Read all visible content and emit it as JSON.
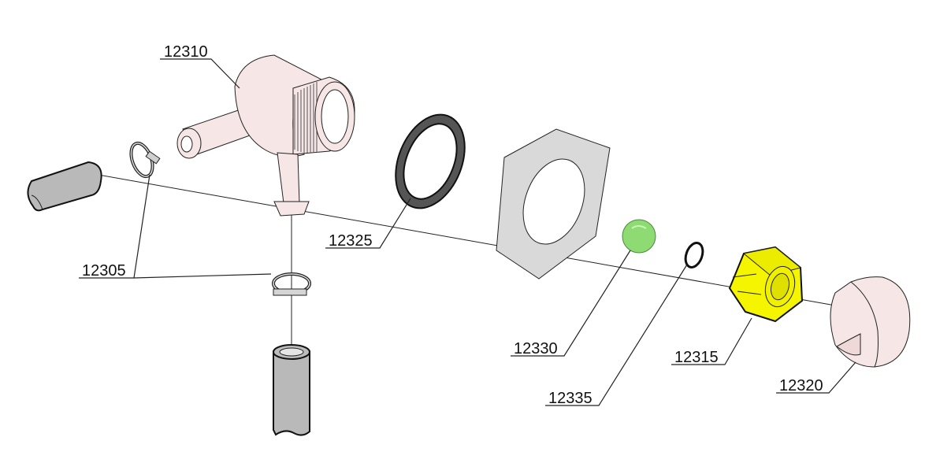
{
  "diagram": {
    "parts": [
      {
        "id": "12310",
        "name": "tee-fitting",
        "color": "#f7e6e6"
      },
      {
        "id": "12305",
        "name": "hose-clamp",
        "color": "#cfcfcf"
      },
      {
        "id": "12325",
        "name": "gasket-ring",
        "color": "#555555"
      },
      {
        "id": "12330",
        "name": "ball",
        "color": "#8fdb73"
      },
      {
        "id": "12335",
        "name": "o-ring",
        "color": "#ffffff"
      },
      {
        "id": "12315",
        "name": "hex-nut",
        "color": "#f5f500"
      },
      {
        "id": "12320",
        "name": "end-cap",
        "color": "#f7e6e6"
      }
    ],
    "labels": {
      "l12310": "12310",
      "l12305": "12305",
      "l12325": "12325",
      "l12330": "12330",
      "l12335": "12335",
      "l12315": "12315",
      "l12320": "12320"
    }
  }
}
